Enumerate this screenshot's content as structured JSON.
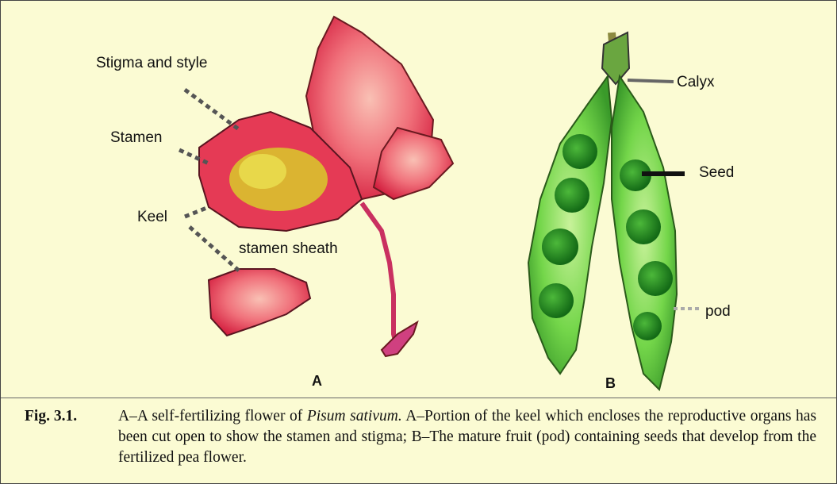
{
  "figure": {
    "background": "#fbfbd3",
    "labels": {
      "stigma_style": "Stigma and style",
      "stamen": "Stamen",
      "keel": "Keel",
      "stamen_sheath": "stamen sheath",
      "calyx": "Calyx",
      "seed": "Seed",
      "pod": "pod"
    },
    "panels": {
      "a": "A",
      "b": "B"
    },
    "caption": {
      "number": "Fig. 3.1.",
      "prefix": "A–A self-fertilizing flower of ",
      "species": "Pisum sativum.",
      "suffix": " A–Portion of the keel which encloses the reproductive organs has been cut open to show the stamen and stigma; B–The mature fruit (pod) containing seeds that develop from the fertilized pea flower."
    },
    "colors": {
      "petal": "#e83850",
      "petal_light": "#f7a6a0",
      "stamen_yellow": "#d8c830",
      "pod_green": "#5fc43a",
      "seed_green": "#1f8a1f",
      "pointer": "#555555"
    }
  }
}
